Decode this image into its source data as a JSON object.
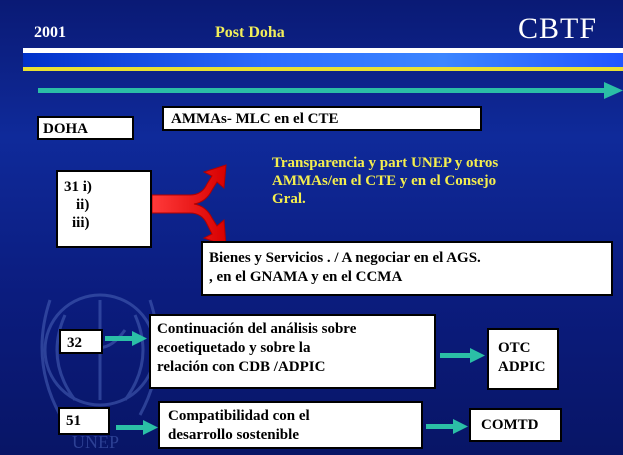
{
  "header": {
    "year": "2001",
    "title": "Post Doha",
    "brand": "CBTF"
  },
  "watermark": {
    "text": "UNEP"
  },
  "boxes": {
    "doha": "DOHA",
    "ammas": "AMMAs-  MLC  en el CTE",
    "para31": [
      "31 i)",
      "ii)",
      "iii)"
    ],
    "bienes_line1": "Bienes y Servicios . / A  negociar en el AGS.",
    "bienes_line2": ", en el GNAMA y en el  CCMA",
    "n32": "32",
    "continuacion": [
      "Continuación del análisis sobre",
      "ecoetiquetado y  sobre la",
      "relación  con CDB /ADPIC"
    ],
    "otc": [
      "OTC",
      "ADPIC"
    ],
    "n51": "51",
    "compatibilidad": [
      "Compatibilidad con el",
      "desarrollo  sostenible"
    ],
    "comtd": "COMTD"
  },
  "transparencia": [
    "Transparencia y part  UNEP y otros",
    "AMMAs/en el CTE  y en el Consejo",
    "Gral."
  ],
  "colors": {
    "background": "#0f2a9a",
    "title_yellow": "#f2ee5a",
    "arrow_teal": "#2bbfa6",
    "arrow_red": "#ee1111"
  }
}
